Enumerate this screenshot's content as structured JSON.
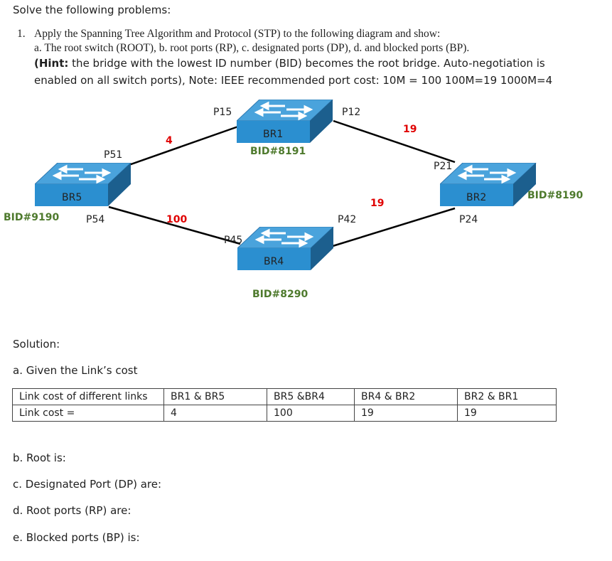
{
  "header": {
    "title": "Solve the following problems:",
    "q_number": "1.",
    "q_line1": "Apply the Spanning Tree Algorithm and Protocol (STP) to the following diagram and show:",
    "q_line2": "a. The root switch (ROOT), b. root ports (RP), c. designated ports (DP), d. and blocked ports (BP).",
    "hint_label": "(Hint:",
    "hint_text": " the bridge with the lowest ID number (BID) becomes the root bridge. Auto-negotiation is",
    "hint_line2": "enabled on all switch ports), Note: IEEE recommended port cost: 10M = 100   100M=19   1000M=4"
  },
  "diagram": {
    "switches": {
      "br1": {
        "label": "BR1",
        "bid": "BID#8191"
      },
      "br5": {
        "label": "BR5",
        "bid": "BID#9190"
      },
      "br4": {
        "label": "BR4",
        "bid": "BID#8290"
      },
      "br2": {
        "label": "BR2",
        "bid": "BID#8190"
      }
    },
    "ports": {
      "p15": "P15",
      "p12": "P12",
      "p51": "P51",
      "p54": "P54",
      "p45": "P45",
      "p42": "P42",
      "p21": "P21",
      "p24": "P24"
    },
    "link_costs": {
      "br1_br5": "4",
      "br1_br2": "19",
      "br5_br4": "100",
      "br4_br2": "19"
    }
  },
  "solution": {
    "heading": "Solution:",
    "part_a": "a. Given the Link’s cost",
    "table": {
      "row1": [
        "Link cost of different links",
        "BR1 & BR5",
        "BR5 &BR4",
        "BR4 & BR2",
        "BR2 & BR1"
      ],
      "row2": [
        "Link cost =",
        "4",
        "100",
        "19",
        "19"
      ]
    },
    "part_b": "b. Root is:",
    "part_c": "c. Designated Port (DP) are:",
    "part_d": "d. Root ports (RP) are:",
    "part_e": "e. Blocked ports (BP) is:"
  },
  "colors": {
    "cost_red": "#e00000",
    "bid_green": "#4e7a2d",
    "switch_top": "#4aa3dc",
    "switch_front": "#2b8fd0",
    "switch_side": "#1c5f8e"
  }
}
